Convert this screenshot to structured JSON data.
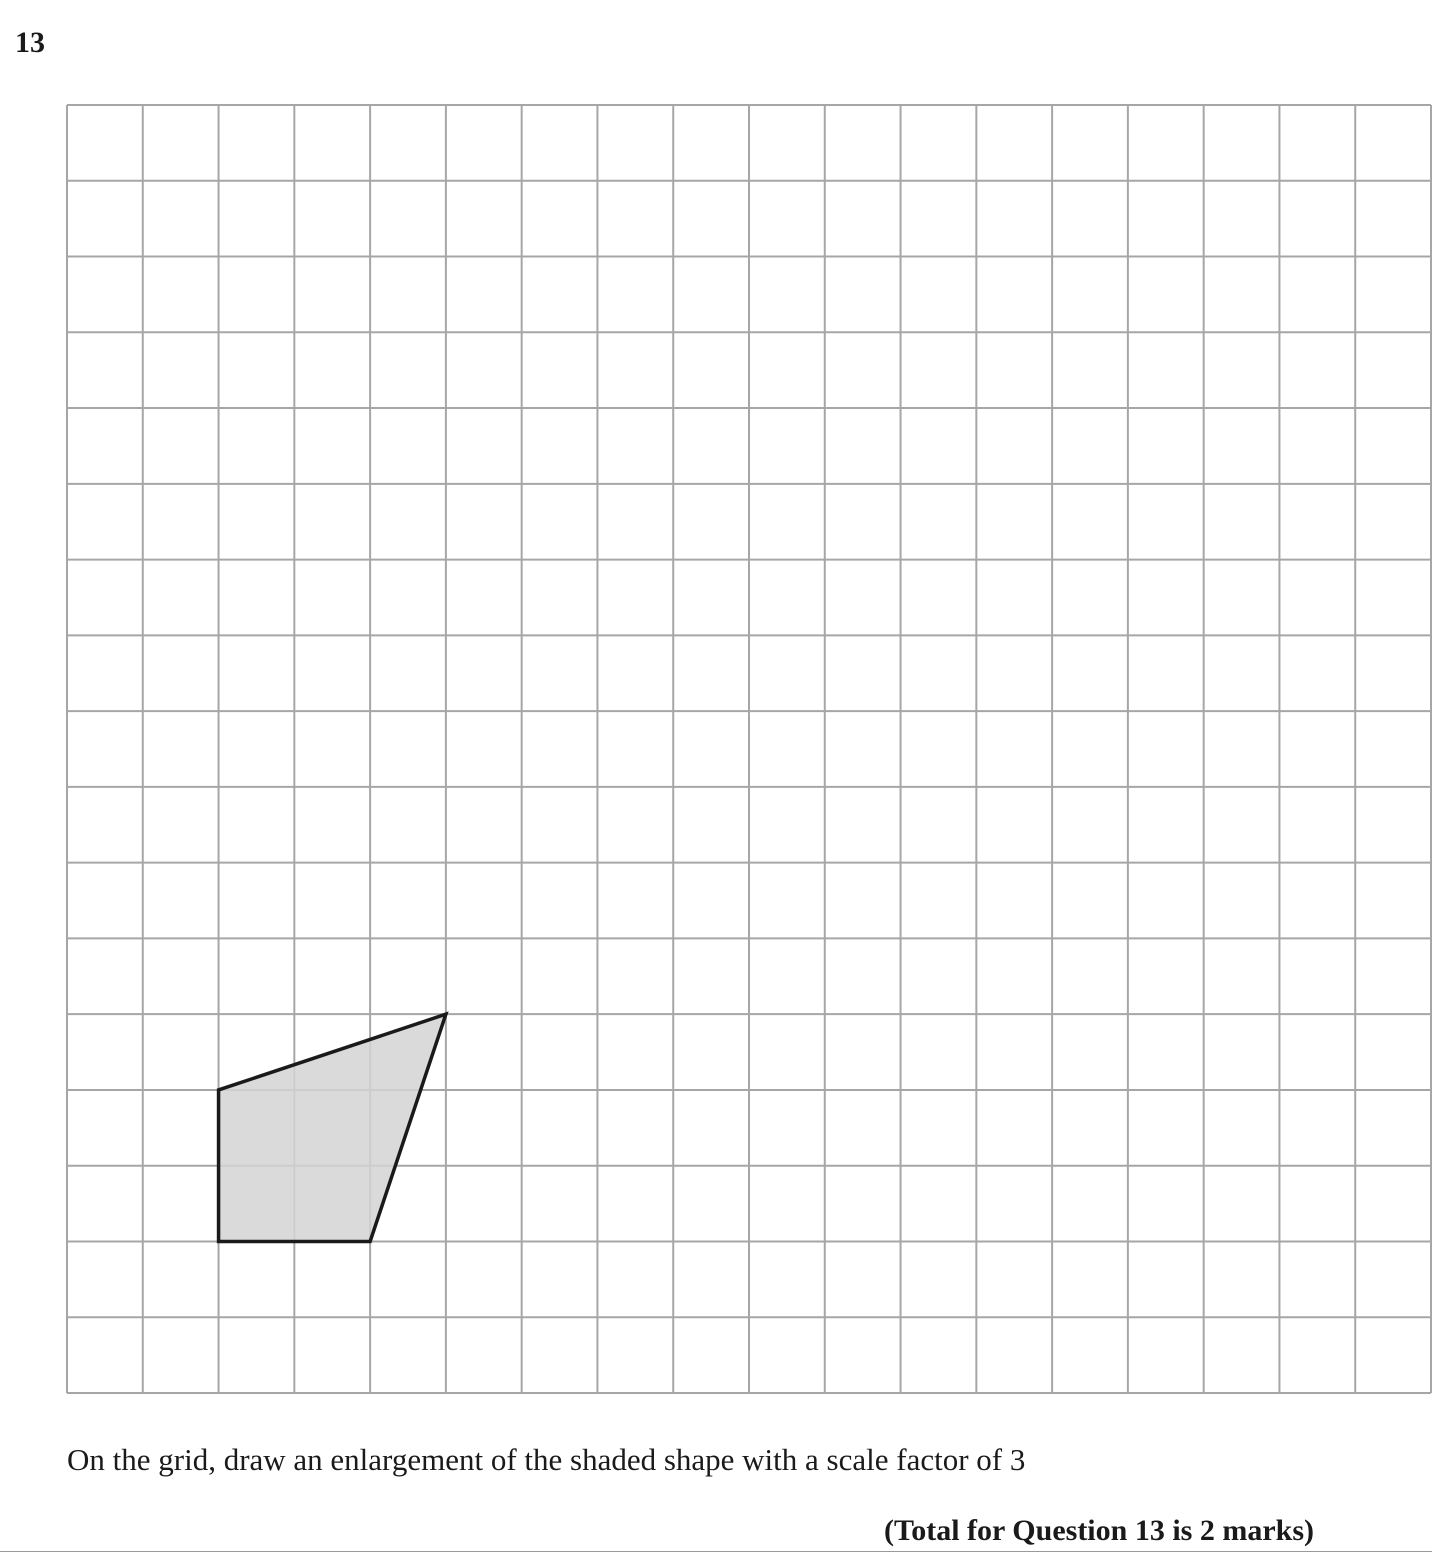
{
  "question": {
    "number": "13",
    "instruction": "On the grid, draw an enlargement of the shaded shape with a scale factor of 3",
    "total": "(Total for Question 13 is 2 marks)"
  },
  "grid": {
    "columns": 18,
    "rows": 17
  },
  "shape": {
    "vertices": [
      [
        2,
        4
      ],
      [
        2,
        2
      ],
      [
        4,
        2
      ],
      [
        5,
        5
      ]
    ],
    "fill_color": "#d3d3d3",
    "stroke_color": "#1a1a1a"
  },
  "colors": {
    "grid_line": "#a6a6a6",
    "text": "#1a1a1a"
  }
}
